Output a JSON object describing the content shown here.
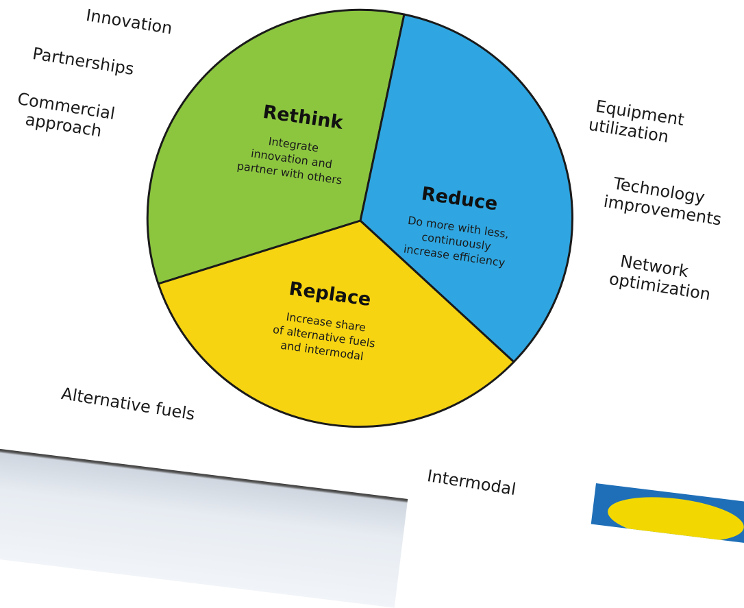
{
  "diagram": {
    "segments": [
      {
        "key": "rethink",
        "title": "Rethink",
        "desc": [
          "Integrate",
          "innovation and",
          "partner with others"
        ],
        "color": "#8cc63f"
      },
      {
        "key": "reduce",
        "title": "Reduce",
        "desc": [
          "Do more with less,",
          "continuously",
          "increase efficiency"
        ],
        "color": "#2fa6e1"
      },
      {
        "key": "replace",
        "title": "Replace",
        "desc": [
          "Increase share",
          "of alternative fuels",
          "and intermodal"
        ],
        "color": "#f6d412"
      }
    ],
    "outline_color": "#1a1a1a"
  },
  "labels": {
    "rethink": [
      [
        "Innovation"
      ],
      [
        "Partnerships"
      ],
      [
        "Commercial",
        "approach"
      ]
    ],
    "reduce": [
      [
        "Equipment",
        "utilization"
      ],
      [
        "Technology",
        "improvements"
      ],
      [
        "Network",
        "optimization"
      ]
    ],
    "replace": [
      [
        "Alternative fuels"
      ],
      [
        "Intermodal"
      ]
    ]
  },
  "decor": {
    "logo": "partial-brand-logo"
  }
}
